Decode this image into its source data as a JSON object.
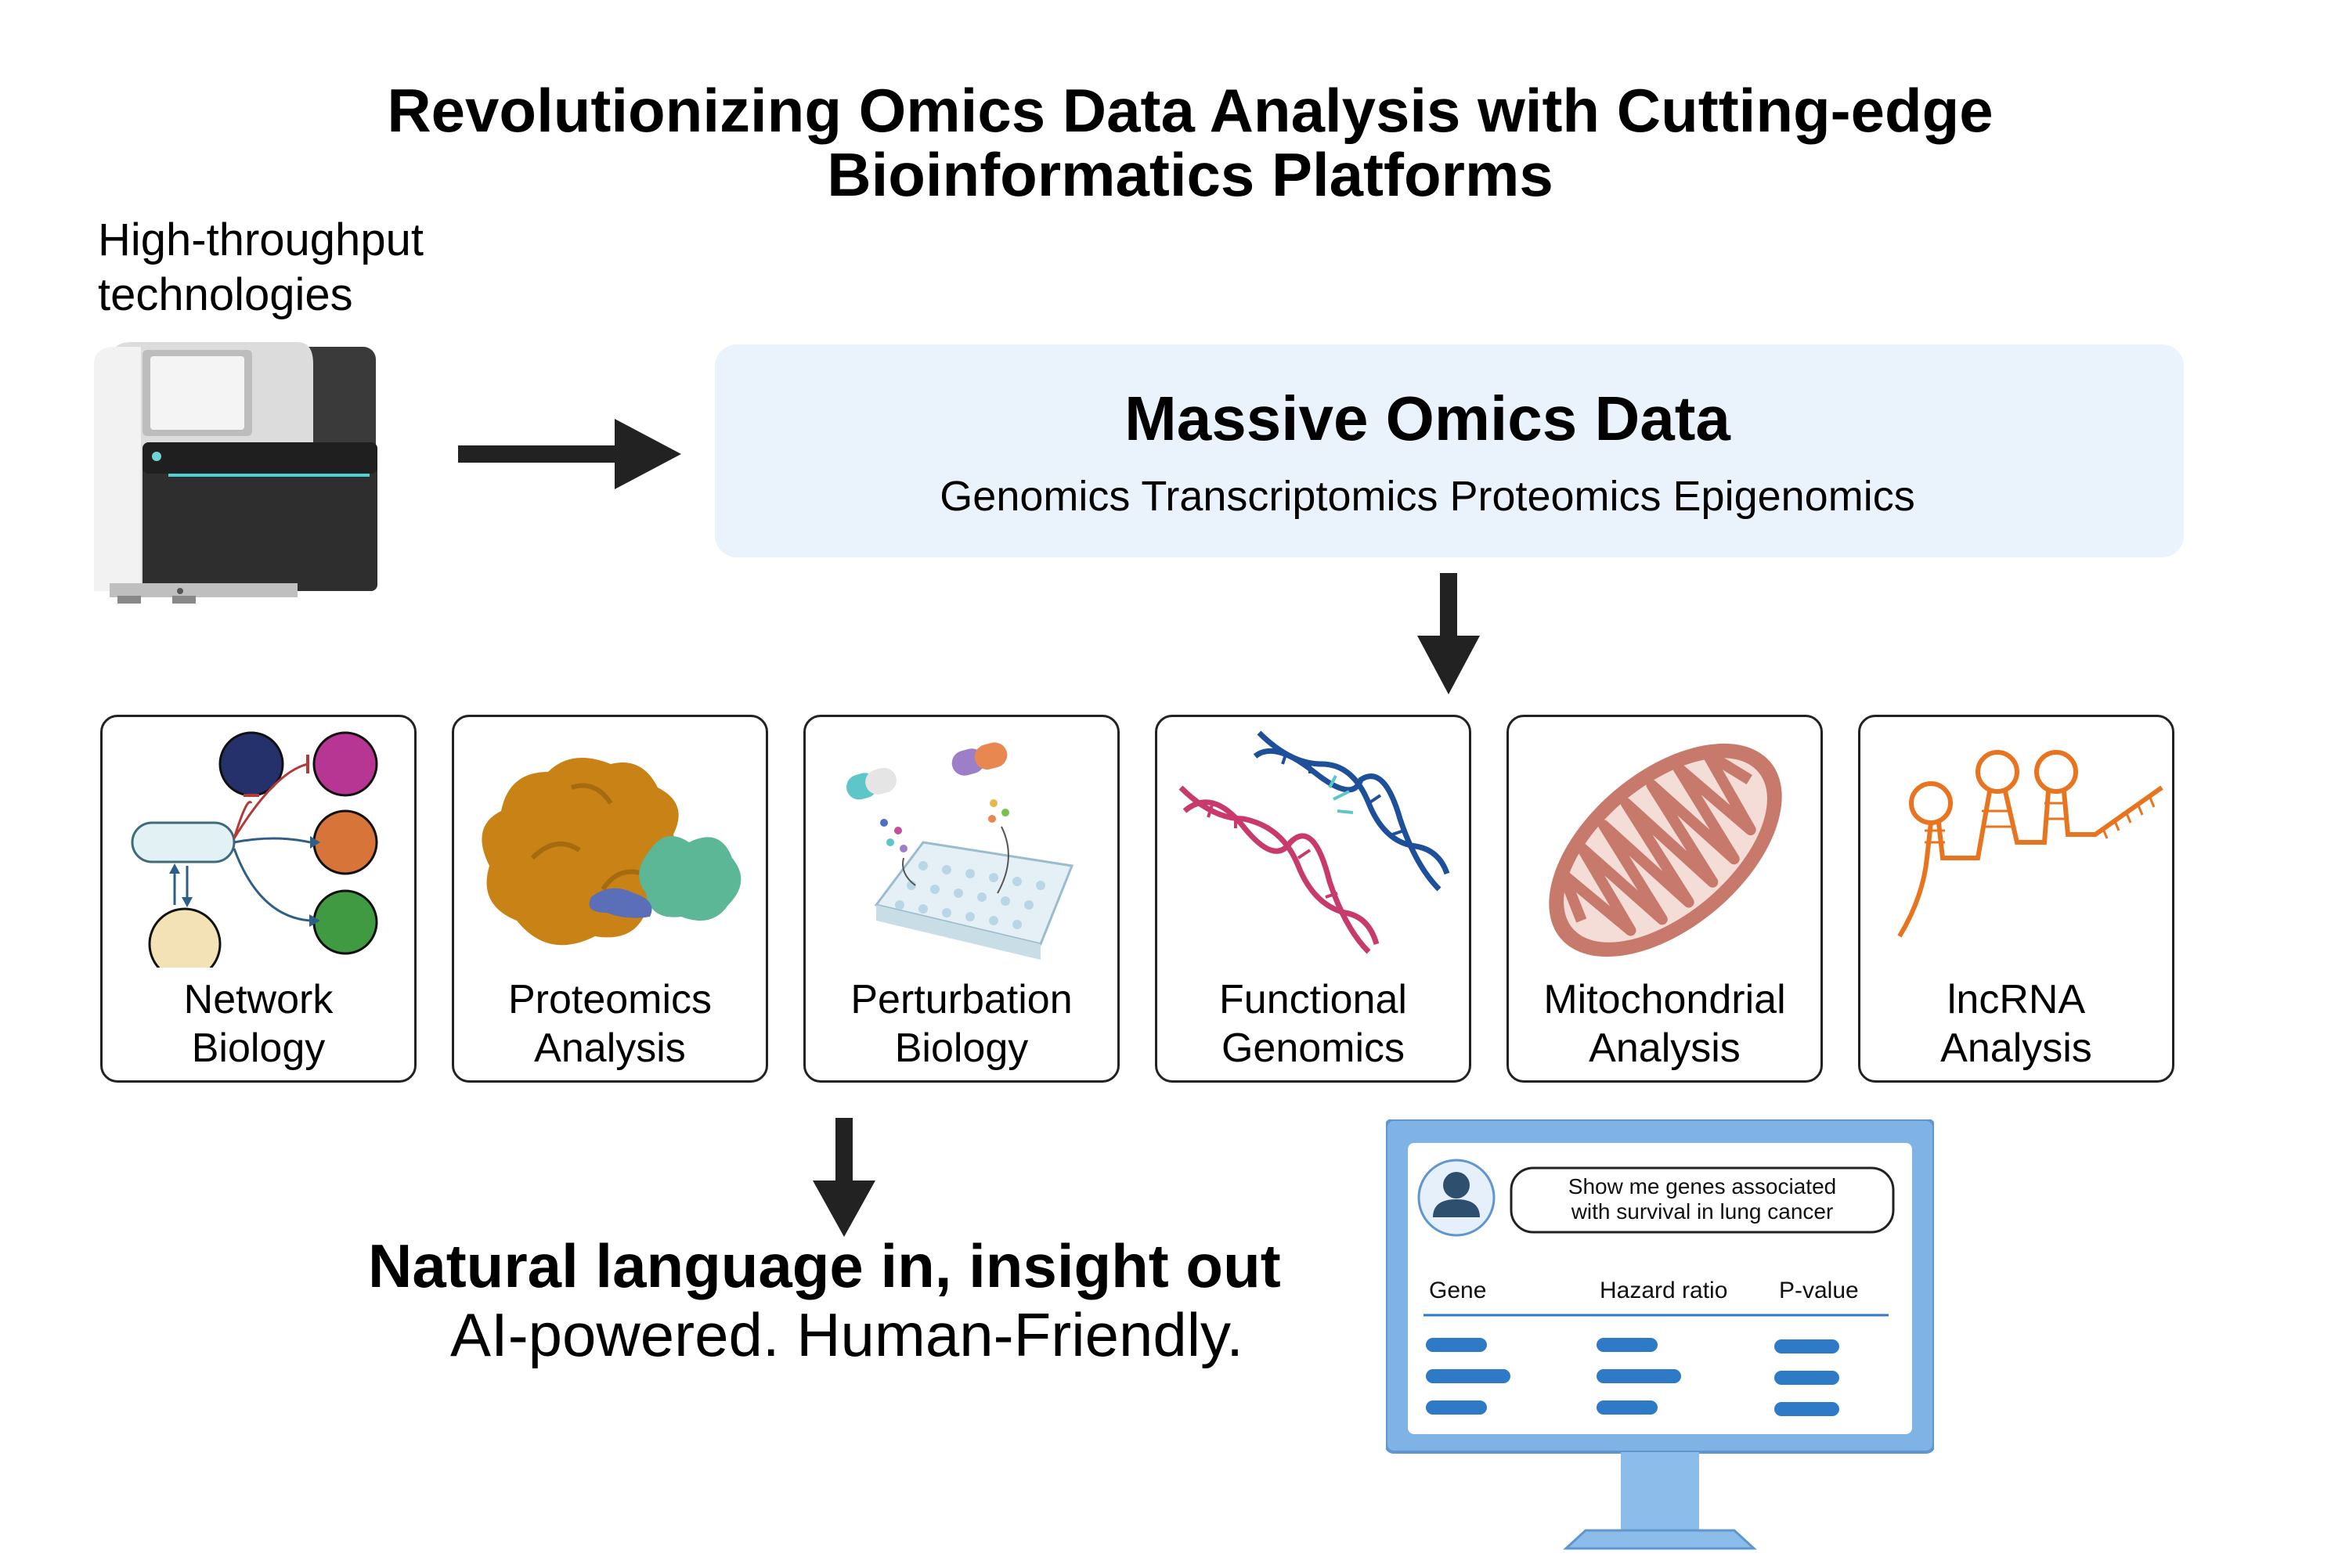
{
  "title": {
    "line1": "Revolutionizing Omics Data Analysis with Cutting-edge",
    "line2": "Bioinformatics Platforms"
  },
  "instrument": {
    "label_line1": "High-throughput",
    "label_line2": "technologies"
  },
  "omics": {
    "title": "Massive Omics Data",
    "subtitle": "Genomics Transcriptomics Proteomics Epigenomics"
  },
  "cards": [
    {
      "line1": "Network",
      "line2": "Biology"
    },
    {
      "line1": "Proteomics",
      "line2": "Analysis"
    },
    {
      "line1": "Perturbation",
      "line2": "Biology"
    },
    {
      "line1": "Functional",
      "line2": "Genomics"
    },
    {
      "line1": "Mitochondrial",
      "line2": "Analysis"
    },
    {
      "line1": "lncRNA",
      "line2": "Analysis"
    }
  ],
  "tagline": {
    "bold": "Natural language in, insight out",
    "regular": "AI-powered. Human-Friendly."
  },
  "monitor": {
    "chat_line1": "Show me genes associated",
    "chat_line2": "with survival in lung cancer",
    "col_gene": "Gene",
    "col_hazard": "Hazard ratio",
    "col_pvalue": "P-value"
  },
  "colors": {
    "omics_box": "#eaf2fb",
    "monitor_frame": "#7fb3e6",
    "table_bar": "#2f7ac6",
    "arrow": "#222222"
  }
}
